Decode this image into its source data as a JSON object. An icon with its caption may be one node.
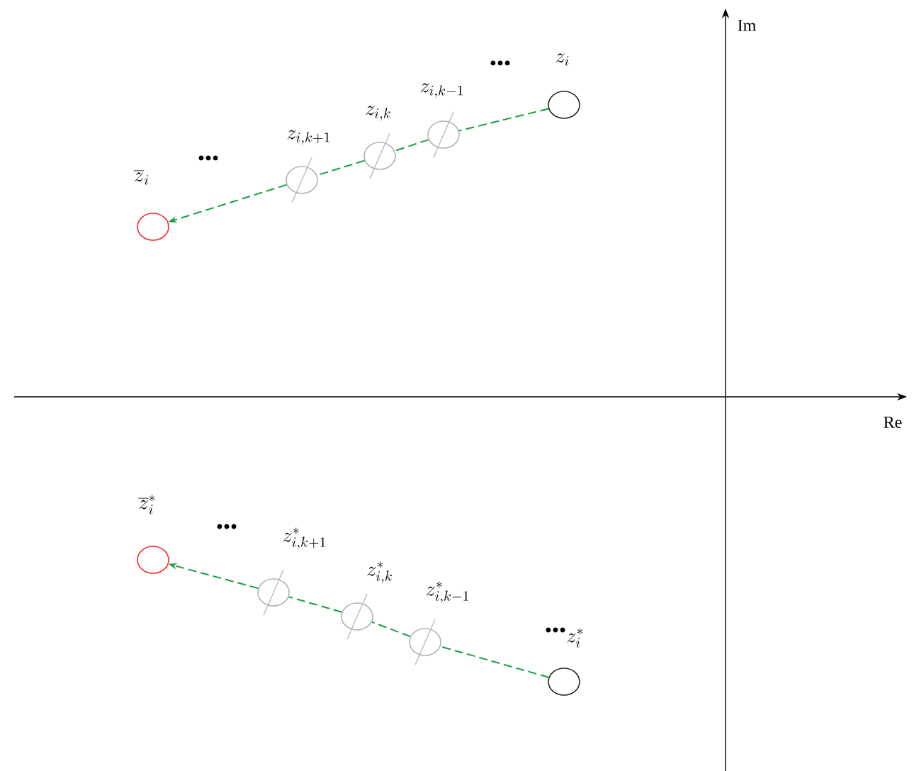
{
  "diagram": {
    "nodes": [
      {
        "text": [
          "z_{i}"
        ]
      },
      {
        "text": [
          "z_{i,k-1}"
        ]
      },
      {
        "text": [
          "z_{i,k}"
        ]
      },
      {
        "text": [
          "z_{i,k+1}"
        ]
      },
      {
        "text": [
          "\\overline{z}_{i}"
        ]
      },
      {
        "text": [
          "z_{i}^{*}"
        ]
      },
      {
        "text": [
          "z_{i,k-1}^{*}"
        ]
      },
      {
        "text": [
          "z_{i,k}^{*}"
        ]
      },
      {
        "text": [
          "z_{i,k+1}^{*}"
        ]
      },
      {
        "text": [
          "\\overline{z}_{i}^{*}"
        ]
      }
    ],
    "edges": [
      {
        "from": 0,
        "to": 1,
        "arrow": "none",
        "style": "dashed",
        "color": "#1a9c48"
      },
      {
        "from": 1,
        "to": 2,
        "arrow": "none",
        "style": "dashed",
        "color": "#1a9c48"
      },
      {
        "from": 2,
        "to": 3,
        "arrow": "none",
        "style": "dashed",
        "color": "#1a9c48"
      },
      {
        "from": 3,
        "to": 4,
        "arrow": "to",
        "style": "dashed",
        "color": "#1a9c48"
      },
      {
        "from": 5,
        "to": 6,
        "arrow": "none",
        "style": "dashed",
        "color": "#1a9c48"
      },
      {
        "from": 6,
        "to": 7,
        "arrow": "none",
        "style": "dashed",
        "color": "#1a9c48"
      },
      {
        "from": 7,
        "to": 8,
        "arrow": "none",
        "style": "dashed",
        "color": "#1a9c48"
      },
      {
        "from": 8,
        "to": 9,
        "arrow": "to",
        "style": "dashed",
        "color": "#1a9c48"
      }
    ],
    "labels": [
      "Im",
      "•••",
      "•••",
      "Re",
      "•••",
      "•••"
    ]
  }
}
